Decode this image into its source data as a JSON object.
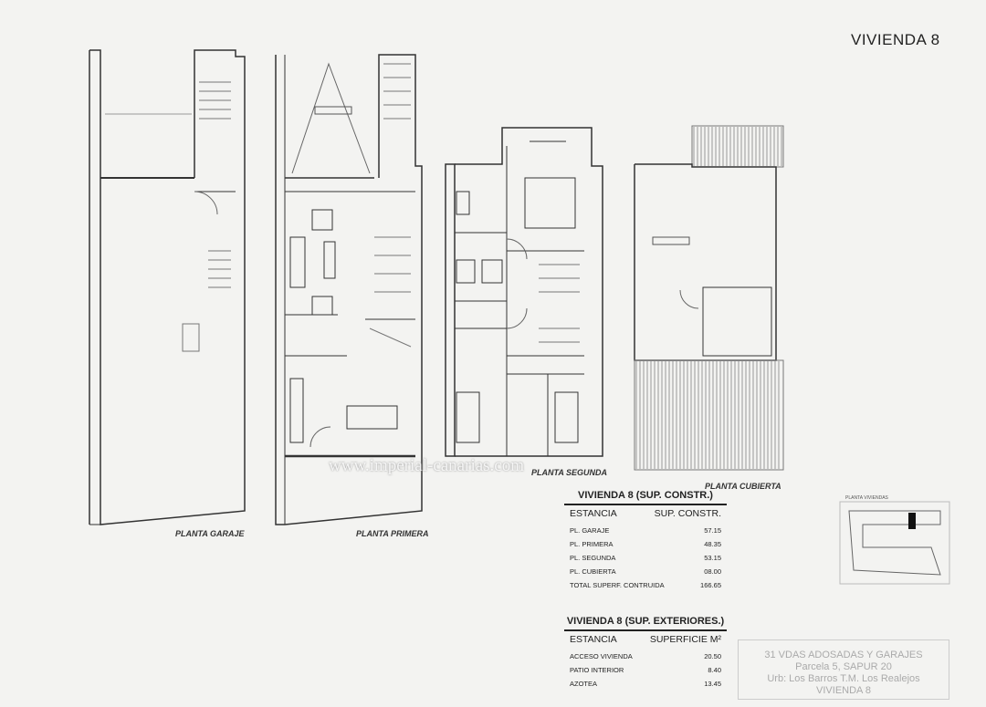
{
  "title": "VIVIENDA 8",
  "plans": [
    {
      "label": "PLANTA GARAJE"
    },
    {
      "label": "PLANTA PRIMERA"
    },
    {
      "label": "PLANTA SEGUNDA"
    },
    {
      "label": "PLANTA CUBIERTA"
    }
  ],
  "watermark": "www.imperial-canarias.com",
  "table_constr": {
    "title": "VIVIENDA  8 (SUP. CONSTR.)",
    "col1": "ESTANCIA",
    "col2": "SUP. CONSTR.",
    "rows": [
      {
        "name": "PL. GARAJE",
        "value": "57.15"
      },
      {
        "name": "PL. PRIMERA",
        "value": "48.35"
      },
      {
        "name": "PL. SEGUNDA",
        "value": "53.15"
      },
      {
        "name": "PL. CUBIERTA",
        "value": "08.00"
      },
      {
        "name": "TOTAL SUPERF. CONTRUIDA",
        "value": "166.65"
      }
    ]
  },
  "table_ext": {
    "title": "VIVIENDA  8 (SUP. EXTERIORES.)",
    "col1": "ESTANCIA",
    "col2": "SUPERFICIE M²",
    "rows": [
      {
        "name": "ACCESO VIVIENDA",
        "value": "20.50"
      },
      {
        "name": "PATIO INTERIOR",
        "value": "8.40"
      },
      {
        "name": "AZOTEA",
        "value": "13.45"
      }
    ]
  },
  "keymap": {
    "label": "PLANTA VIVIENDAS"
  },
  "stamp": {
    "line1": "31 VDAS ADOSADAS Y GARAJES",
    "line2": "Parcela 5, SAPUR 20",
    "line3": "Urb: Los Barros   T.M. Los Realejos",
    "line4": "VIVIENDA 8"
  }
}
